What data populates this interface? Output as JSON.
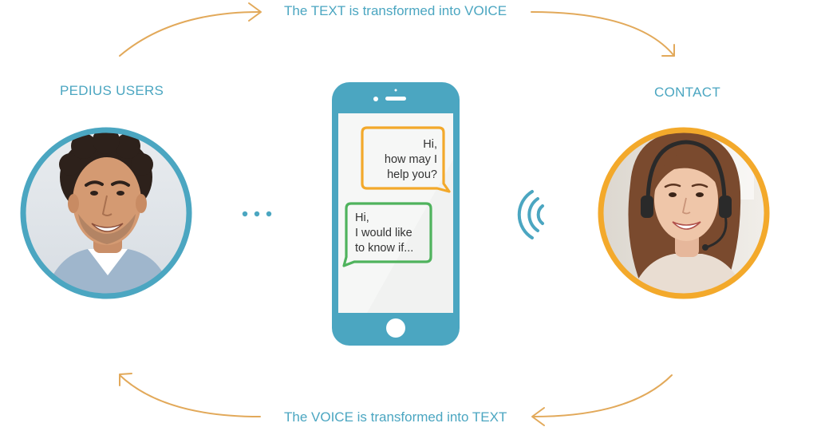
{
  "captions": {
    "top": "The TEXT is transformed into VOICE",
    "bottom": "The VOICE is transformed into TEXT"
  },
  "labels": {
    "left": "PEDIUS USERS",
    "right": "CONTACT"
  },
  "chat": {
    "contact_message": [
      "Hi,",
      "how may I",
      "help you?"
    ],
    "user_message": [
      "Hi,",
      "I would like",
      "to know if..."
    ]
  },
  "colors": {
    "accent_blue": "#4ba6c1",
    "accent_orange": "#f3a92b",
    "bubble_green": "#4fb35d",
    "arrow_tan": "#e2a95a",
    "phone_screen": "#f1f2f1"
  },
  "icons": {
    "ellipsis": "dots-icon",
    "voice": "sound-waves-icon",
    "arrows": "curved-arrow-icon"
  }
}
